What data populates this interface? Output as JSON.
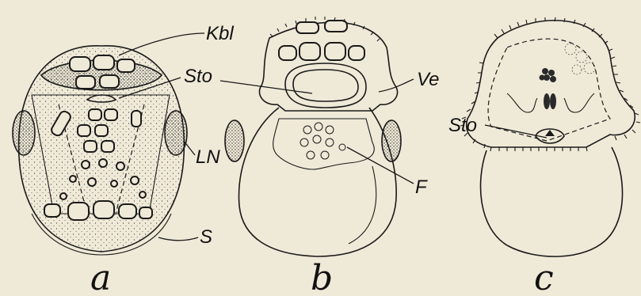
{
  "panels": [
    {
      "letter": "a",
      "labels": {
        "kbl": "Kbl",
        "sto": "Sto",
        "ln": "LN",
        "s": "S"
      }
    },
    {
      "letter": "b",
      "labels": {
        "ve": "Ve",
        "f": "F"
      }
    },
    {
      "letter": "c",
      "labels": {
        "sto": "Sto"
      }
    }
  ],
  "colors": {
    "background": "#efe9d7",
    "ink": "#1a1a1a"
  }
}
